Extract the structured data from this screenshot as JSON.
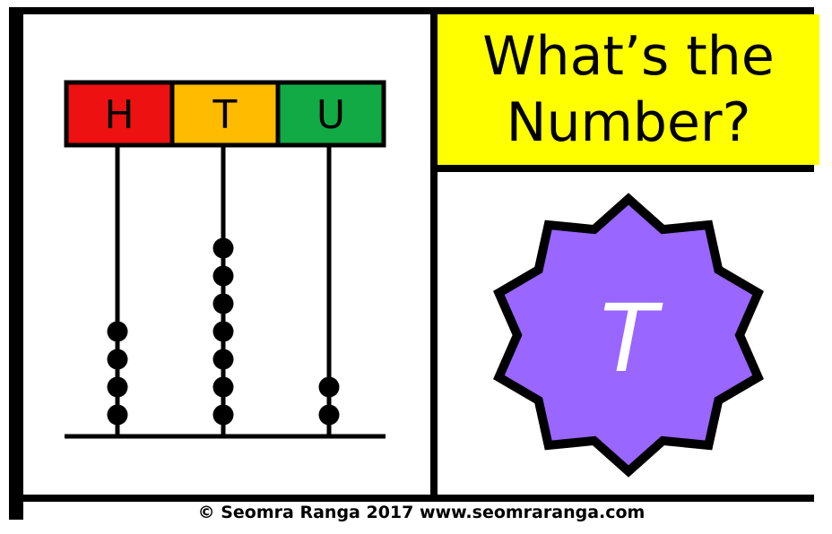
{
  "abacus": {
    "columns": [
      {
        "label": "H",
        "color": "#ee1111",
        "beads": 4
      },
      {
        "label": "T",
        "color": "#ffbb00",
        "beads": 7
      },
      {
        "label": "U",
        "color": "#11aa44",
        "beads": 2
      }
    ]
  },
  "title": {
    "line1": "What’s the",
    "line2": "Number?",
    "background": "#ffff00"
  },
  "badge": {
    "letter": "T",
    "fill": "#9966ff"
  },
  "footer": {
    "text": "© Seomra Ranga 2017 www.seomraranga.com"
  }
}
